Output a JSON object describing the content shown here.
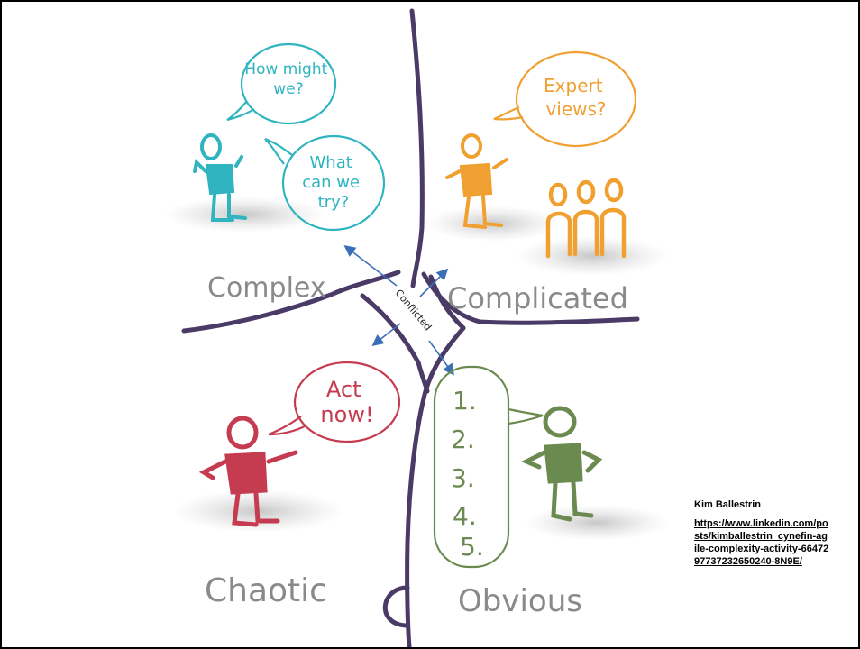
{
  "colors": {
    "divider": "#4a3a66",
    "complex": "#2fb4c0",
    "complicated": "#f0a030",
    "chaotic": "#c53c50",
    "obvious": "#6a8a50",
    "domain_label": "#8a8a8a",
    "arrow": "#3a6fb8"
  },
  "domains": {
    "complex": {
      "label": "Complex",
      "bubble_top": "How might we?",
      "bubble_bottom": "What can we try?"
    },
    "complicated": {
      "label": "Complicated",
      "bubble": "Expert views?"
    },
    "chaotic": {
      "label": "Chaotic",
      "bubble": "Act now!"
    },
    "obvious": {
      "label": "Obvious",
      "steps": [
        "1.",
        "2.",
        "3.",
        "4.",
        "5."
      ]
    },
    "center": {
      "label": "Conflicted"
    }
  },
  "credit": {
    "author": "Kim Ballestrin",
    "link": "https://www.linkedin.com/posts/kimballestrin_cynefin-agile-complexity-activity-6647297737232650240-8N9E/"
  }
}
